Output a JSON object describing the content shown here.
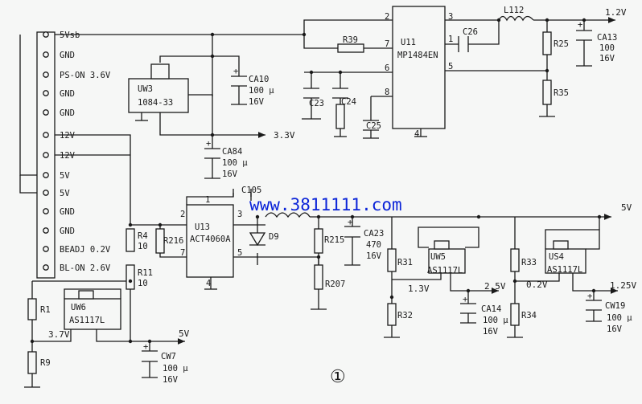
{
  "watermark": "www.3811111.com",
  "figure_number": "①",
  "connector": {
    "pins": [
      "5Vsb",
      "GND",
      "PS-ON 3.6V",
      "GND",
      "GND",
      "12V",
      "12V",
      "5V",
      "5V",
      "GND",
      "GND",
      "BEADJ 0.2V",
      "BL-ON 2.6V"
    ]
  },
  "chips": {
    "u11": {
      "ref": "U11",
      "part": "MP1484EN",
      "pins": [
        "2",
        "7",
        "6",
        "8",
        "3",
        "1",
        "5",
        "4"
      ]
    },
    "uw3": {
      "ref": "UW3",
      "part": "1084-33"
    },
    "u13": {
      "ref": "U13",
      "part": "ACT4060A",
      "pins": [
        "1",
        "2",
        "3",
        "7",
        "5",
        "4"
      ]
    },
    "uw5": {
      "ref": "UW5",
      "part": "AS1117L"
    },
    "us4": {
      "ref": "US4",
      "part": "AS1117L"
    },
    "uw6": {
      "ref": "UW6",
      "part": "AS1117L"
    }
  },
  "components": {
    "r39": "R39",
    "c26": "C26",
    "l112": "L112",
    "r25": "R25",
    "r35": "R35",
    "ca13": "CA13",
    "ca13_val": "100",
    "ca13_v": "16V",
    "c23": "C23",
    "c24": "C24",
    "c25": "C25",
    "ca10": "CA10",
    "ca10_val": "100 μ",
    "ca10_v": "16V",
    "ca84": "CA84",
    "ca84_val": "100 μ",
    "ca84_v": "16V",
    "c105": "C105",
    "d9": "D9",
    "r4": "R4",
    "r4_val": "10",
    "r216": "R216",
    "r11": "R11",
    "r11_val": "10",
    "r215": "R215",
    "r207": "R207",
    "ca23": "CA23",
    "ca23_val": "470",
    "ca23_v": "16V",
    "r31": "R31",
    "r32": "R32",
    "r33": "R33",
    "r34": "R34",
    "ca14": "CA14",
    "ca14_val": "100 μ",
    "ca14_v": "16V",
    "cw19": "CW19",
    "cw19_val": "100 μ",
    "cw19_v": "16V",
    "r1": "R1",
    "r9": "R9",
    "cw7": "CW7",
    "cw7_val": "100 μ",
    "cw7_v": "16V"
  },
  "voltages": {
    "out_12": "1.2V",
    "out_33": "3.3V",
    "out_5v": "5V",
    "out_25": "2.5V",
    "out_125": "1.25V",
    "out_5v_b": "5V",
    "v_13": "1.3V",
    "v_02": "0.2V",
    "v_37": "3.7V"
  },
  "colors": {
    "ink": "#1a1a1a",
    "watermark": "#0b24d8",
    "paper": "#f6f7f6"
  }
}
